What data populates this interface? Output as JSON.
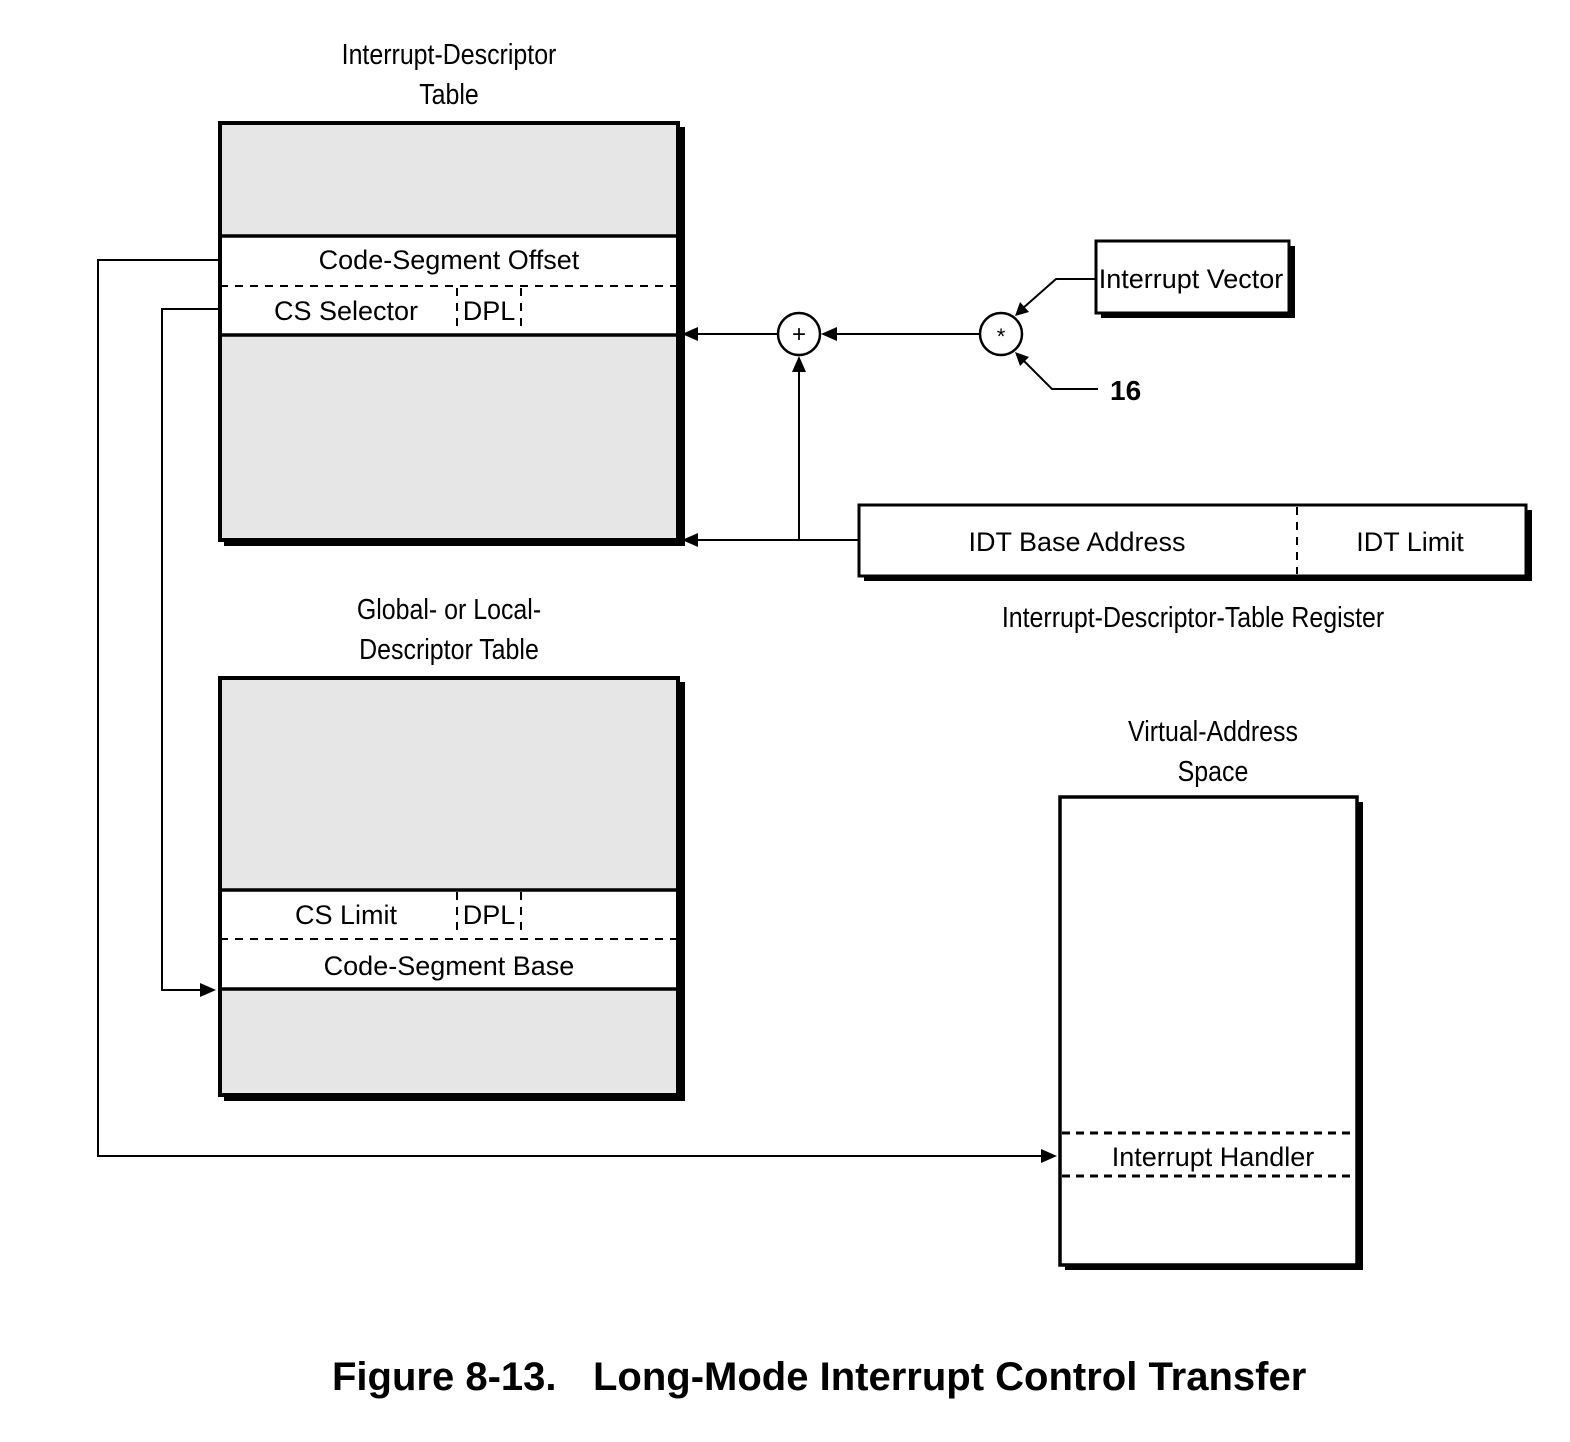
{
  "idt": {
    "title_line1": "Interrupt-Descriptor",
    "title_line2": "Table",
    "code_segment_offset": "Code-Segment Offset",
    "cs_selector": "CS Selector",
    "dpl": "DPL"
  },
  "gdt": {
    "title_line1": "Global- or Local-",
    "title_line2": "Descriptor Table",
    "cs_limit": "CS Limit",
    "dpl": "DPL",
    "code_segment_base": "Code-Segment Base"
  },
  "vector": {
    "interrupt_vector": "Interrupt Vector",
    "multiplier": "16",
    "multiply_symbol": "*",
    "add_symbol": "+"
  },
  "idtr": {
    "base_address": "IDT Base Address",
    "limit": "IDT Limit",
    "caption": "Interrupt-Descriptor-Table Register"
  },
  "vas": {
    "title_line1": "Virtual-Address",
    "title_line2": "Space",
    "interrupt_handler": "Interrupt Handler"
  },
  "figure": {
    "number": "Figure 8-13.",
    "title": "Long-Mode Interrupt Control Transfer"
  }
}
